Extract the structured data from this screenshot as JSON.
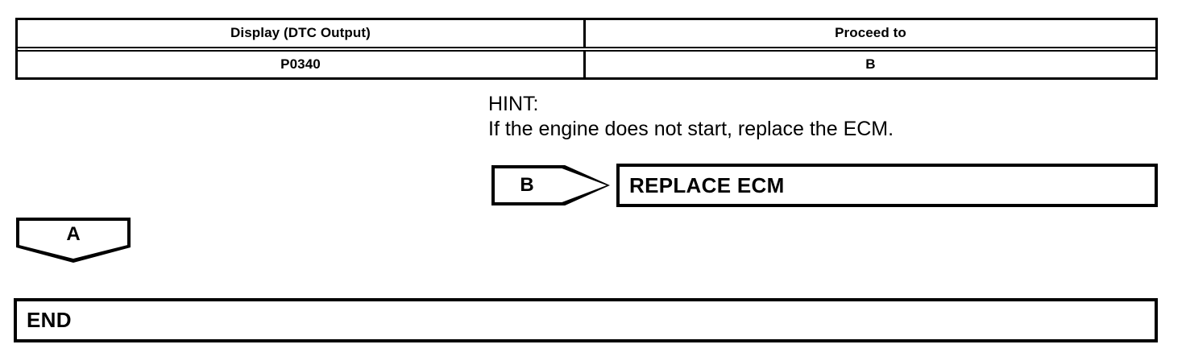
{
  "dtc_table": {
    "headers": [
      "Display (DTC Output)",
      "Proceed to"
    ],
    "rows": [
      {
        "display": "P0340",
        "proceed_to": "B"
      }
    ]
  },
  "hint": {
    "label": "HINT:",
    "text": "If the engine does not start, replace the ECM."
  },
  "flow": {
    "connector_b": "B",
    "action": "REPLACE ECM",
    "connector_a": "A",
    "end": "END"
  }
}
